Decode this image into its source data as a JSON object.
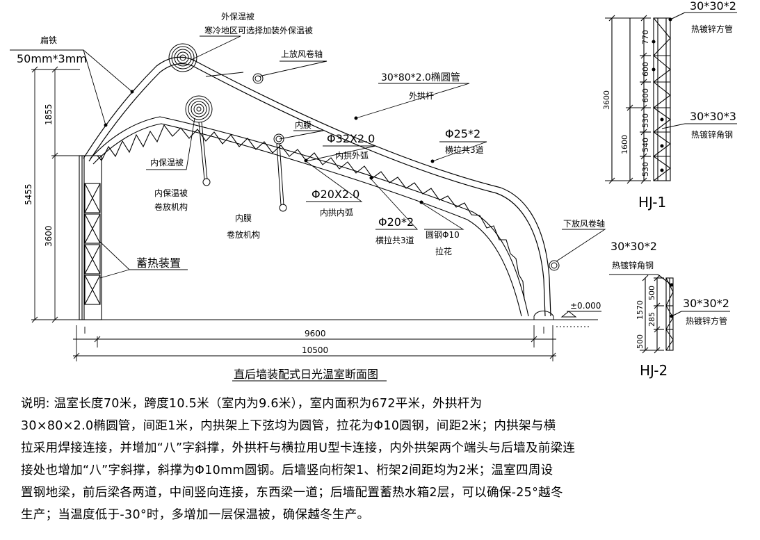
{
  "title": "直后墙装配式日光温室断面图",
  "labels": {
    "flat_iron": "扁铁",
    "flat_iron_size": "50mm*3mm",
    "outer_blanket": "外保温被",
    "outer_blanket_note": "寒冷地区可选择加装外保温被",
    "top_vent_roller": "上放风卷轴",
    "outer_pipe_spec": "30*80*2.0椭圆管",
    "outer_arch": "外拱杆",
    "inner_film": "内膜",
    "phi32": "Φ32X2.0",
    "inner_outer_arc": "内拱外弧",
    "phi25": "Φ25*2",
    "tie_bars_3": "横拉共3道",
    "inner_blanket": "内保温被",
    "inner_blanket_mech_1": "内保温被",
    "inner_blanket_mech_2": "卷放机构",
    "phi20_20": "Φ20X2.0",
    "inner_inner_arc": "内拱内弧",
    "inner_film_mech_1": "内膜",
    "inner_film_mech_2": "卷放机构",
    "phi20_2": "Φ20*2",
    "tie_bars_3b": "横拉共3道",
    "round_steel": "圆钢Φ10",
    "lattice": "拉花",
    "bottom_vent_roller": "下放风卷轴",
    "heat_storage": "蓄热装置",
    "elevation": "±0.000"
  },
  "dimensions": {
    "total_height": "5455",
    "upper_height": "1855",
    "lower_height": "3600",
    "span_inner": "9600",
    "span_total": "10500"
  },
  "hj1": {
    "name": "HJ-1",
    "top_spec": "30*30*2",
    "top_desc": "热镀锌方管",
    "mid_spec": "30*30*3",
    "mid_desc": "热镀锌角钢",
    "dims": [
      "770",
      "600",
      "600",
      "530",
      "540",
      "530"
    ],
    "total": "3600",
    "sub_total": "1600"
  },
  "hj2": {
    "name": "HJ-2",
    "left_spec": "30*30*2",
    "left_desc": "热镀锌角钢",
    "right_spec": "30*30*2",
    "right_desc": "热镀锌方管",
    "dims": [
      "500",
      "285",
      "500"
    ],
    "total": "1570"
  },
  "notes": [
    "说明: 温室长度70米，跨度10.5米（室内为9.6米），室内面积为672平米，外拱杆为",
    "30×80×2.0椭圆管，间距1米，内拱架上下弦均为圆管，拉花为Φ10圆钢，间距2米；内拱架与横",
    "拉采用焊接连接，并增加“八”字斜撑，外拱杆与横拉用U型卡连接，内外拱架两个端头与后墙及前梁连",
    "接处也增加“八”字斜撑，斜撑为Φ10mm圆钢。后墙竖向桁架1、桁架2间距均为2米；温室四周设",
    "置钢地梁，前后梁各两道，中间竖向连接，东西梁一道；后墙配置蓄热水箱2层，可以确保-25°越冬",
    "生产；当温度低于-30°时，多增加一层保温被，确保越冬生产。"
  ]
}
